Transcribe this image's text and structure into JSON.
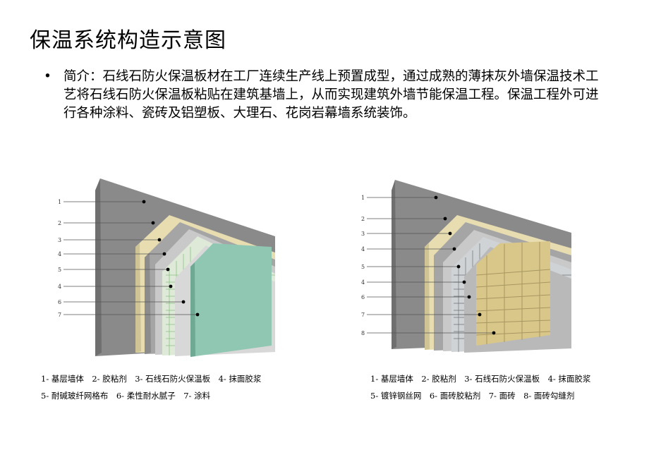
{
  "title": "保温系统构造示意图",
  "intro": {
    "bullet": "•",
    "text": "简介：石线石防火保温板材在工厂连续生产线上预置成型，通过成熟的薄抹灰外墙保温技术工艺将石线石防火保温板粘贴在建筑基墙上，从而实现建筑外墙节能保温工程。保温工程外可进行各种涂料、瓷砖及铝塑板、大理石、花岗岩幕墙系统装饰。"
  },
  "figure_left": {
    "labels": [
      "1",
      "2",
      "3",
      "4",
      "5",
      "4",
      "6",
      "7"
    ],
    "legend": [
      "1- 基层墙体　2- 胶粘剂　3- 石线石防火保温板　4- 抹面胶浆",
      "5- 耐碱玻纤网格布　6- 柔性耐水腻子　7- 涂料"
    ]
  },
  "figure_right": {
    "labels": [
      "1",
      "2",
      "3",
      "4",
      "5",
      "4",
      "6",
      "7",
      "8"
    ],
    "legend": [
      "1- 基层墙体　2- 胶粘剂　3- 石线石防火保温板　4- 抹面胶浆",
      "5- 镀锌钢丝网　6- 面砖胶粘剂　7- 面砖　8- 面砖勾缝剂"
    ]
  },
  "colors": {
    "wall": "#8a8a8a",
    "adhesive": "#e8ddb0",
    "board": "#a9a9a9",
    "mesh_green": "#7fbf7a",
    "coating": "#8fc7b3",
    "tile": "#d9c78a"
  }
}
